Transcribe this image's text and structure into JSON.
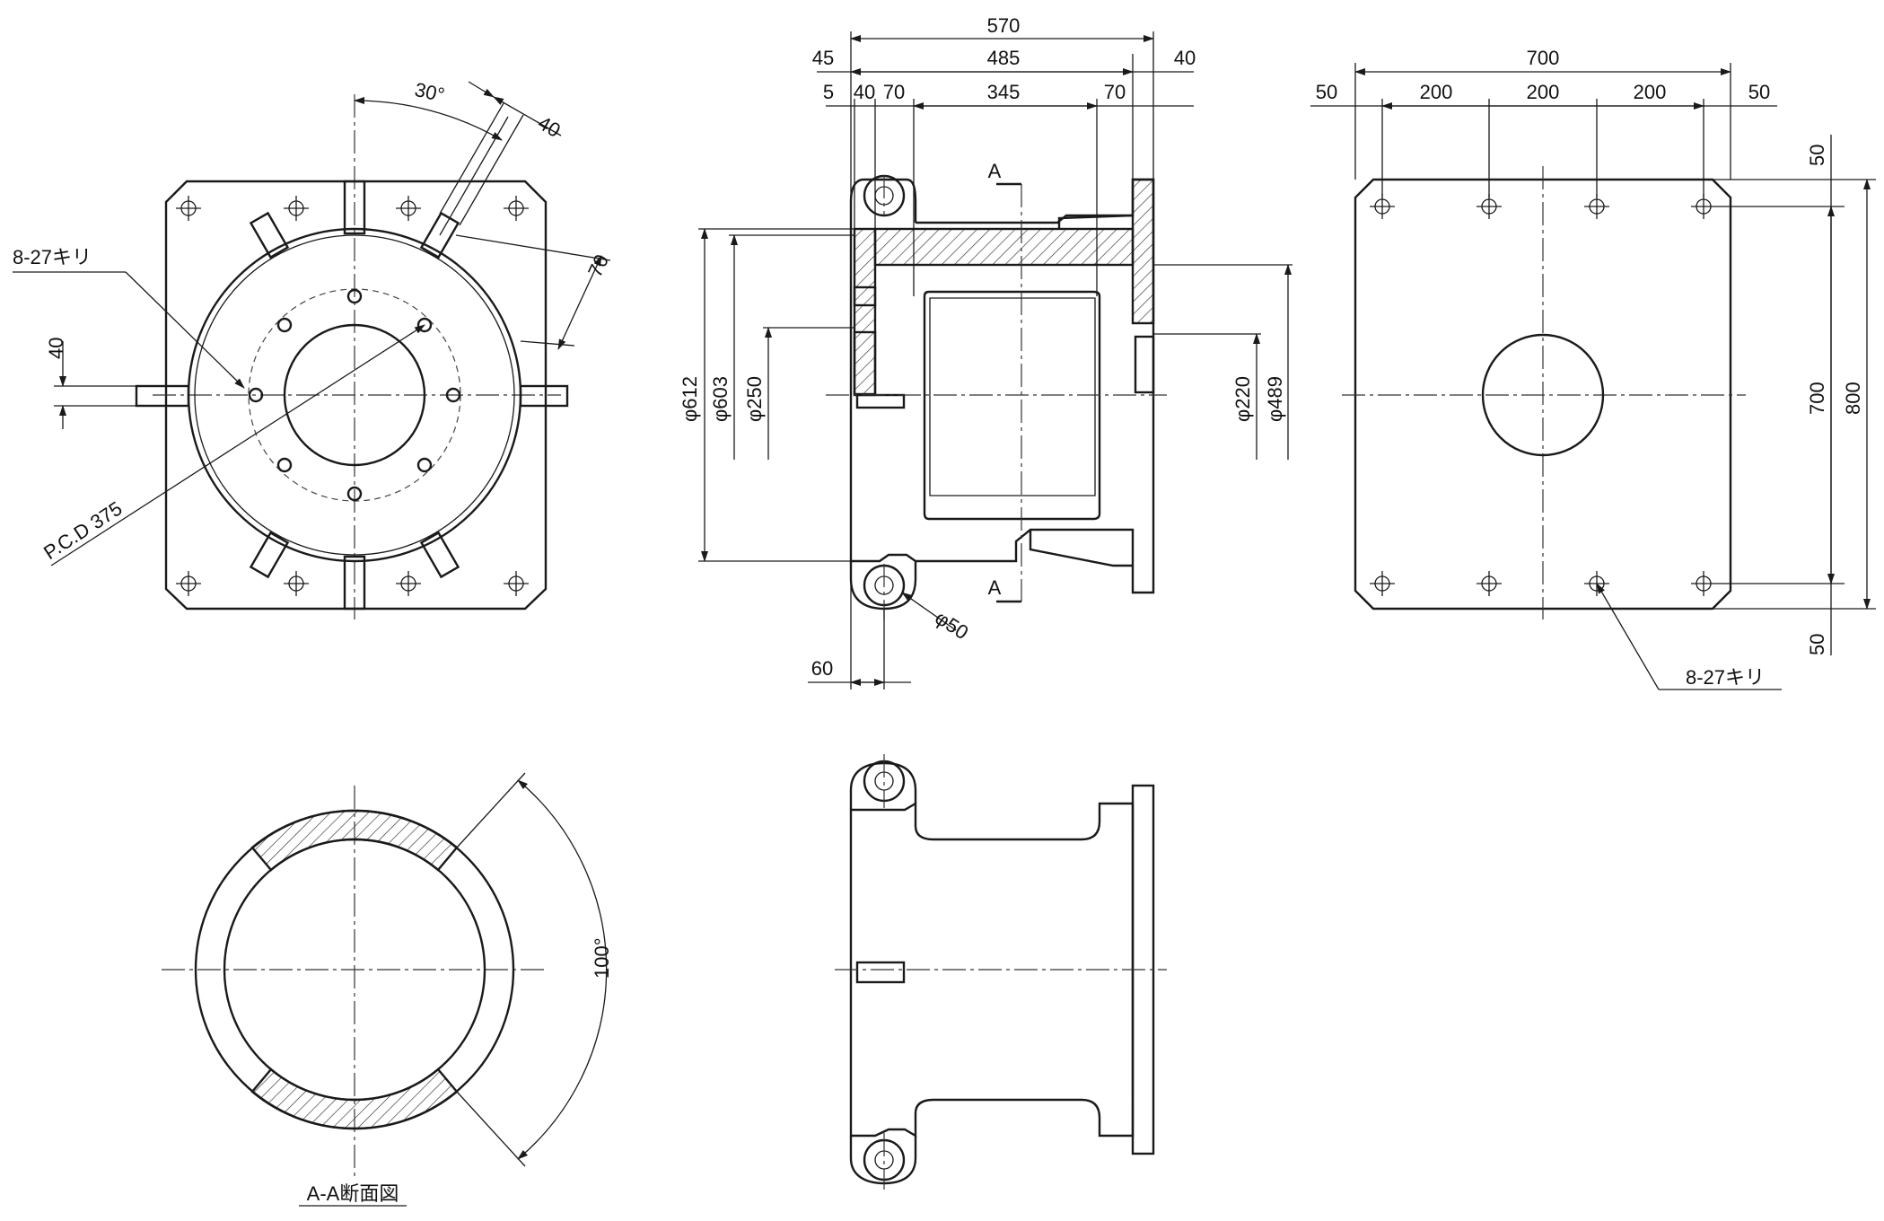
{
  "views": {
    "end_view": {
      "hole_callout": "8-27キリ",
      "angle": "30°",
      "dim_lug_width": "40",
      "dim_lug_offset": "70",
      "dim_lug_height": "40",
      "pcd": "P.C.D 375"
    },
    "side_view": {
      "overall_length": "570",
      "left_offset": "45",
      "body_length": "485",
      "flange_thickness": "40",
      "seg_a": "5",
      "seg_b": "40",
      "seg_c": "70",
      "seg_d": "345",
      "seg_e": "70",
      "dia_outer": "φ612",
      "dia_inner": "φ603",
      "dia_bore": "φ250",
      "dia_flange_bore": "φ220",
      "dia_flange": "φ489",
      "eye_dia": "φ50",
      "eye_offset": "60",
      "section_mark": "A"
    },
    "flange_view": {
      "overall_width": "700",
      "edge_left": "50",
      "pitch_1": "200",
      "pitch_2": "200",
      "pitch_3": "200",
      "edge_right": "50",
      "edge_top": "50",
      "edge_bottom": "50",
      "hole_span": "700",
      "overall_height": "800",
      "hole_callout": "8-27キリ"
    },
    "section_view": {
      "angle": "100°",
      "caption": "A-A断面図"
    }
  }
}
